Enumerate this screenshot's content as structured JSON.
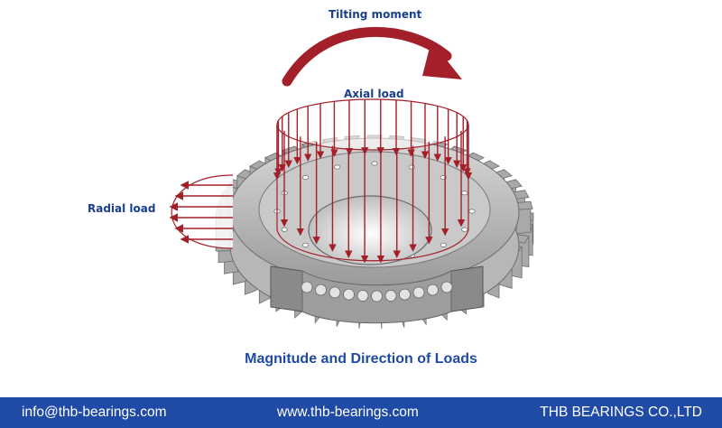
{
  "labels": {
    "tilting_moment": "Tilting moment",
    "axial_load": "Axial load",
    "radial_load": "Radial load"
  },
  "caption": "Magnitude and Direction of Loads",
  "footer": {
    "email": "info@thb-bearings.com",
    "website": "www.thb-bearings.com",
    "company": "THB BEARINGS CO.,LTD"
  },
  "colors": {
    "arrow_red": "#a31f2a",
    "brand_blue": "#1f4aa5",
    "label_blue": "#1a3f8f"
  }
}
